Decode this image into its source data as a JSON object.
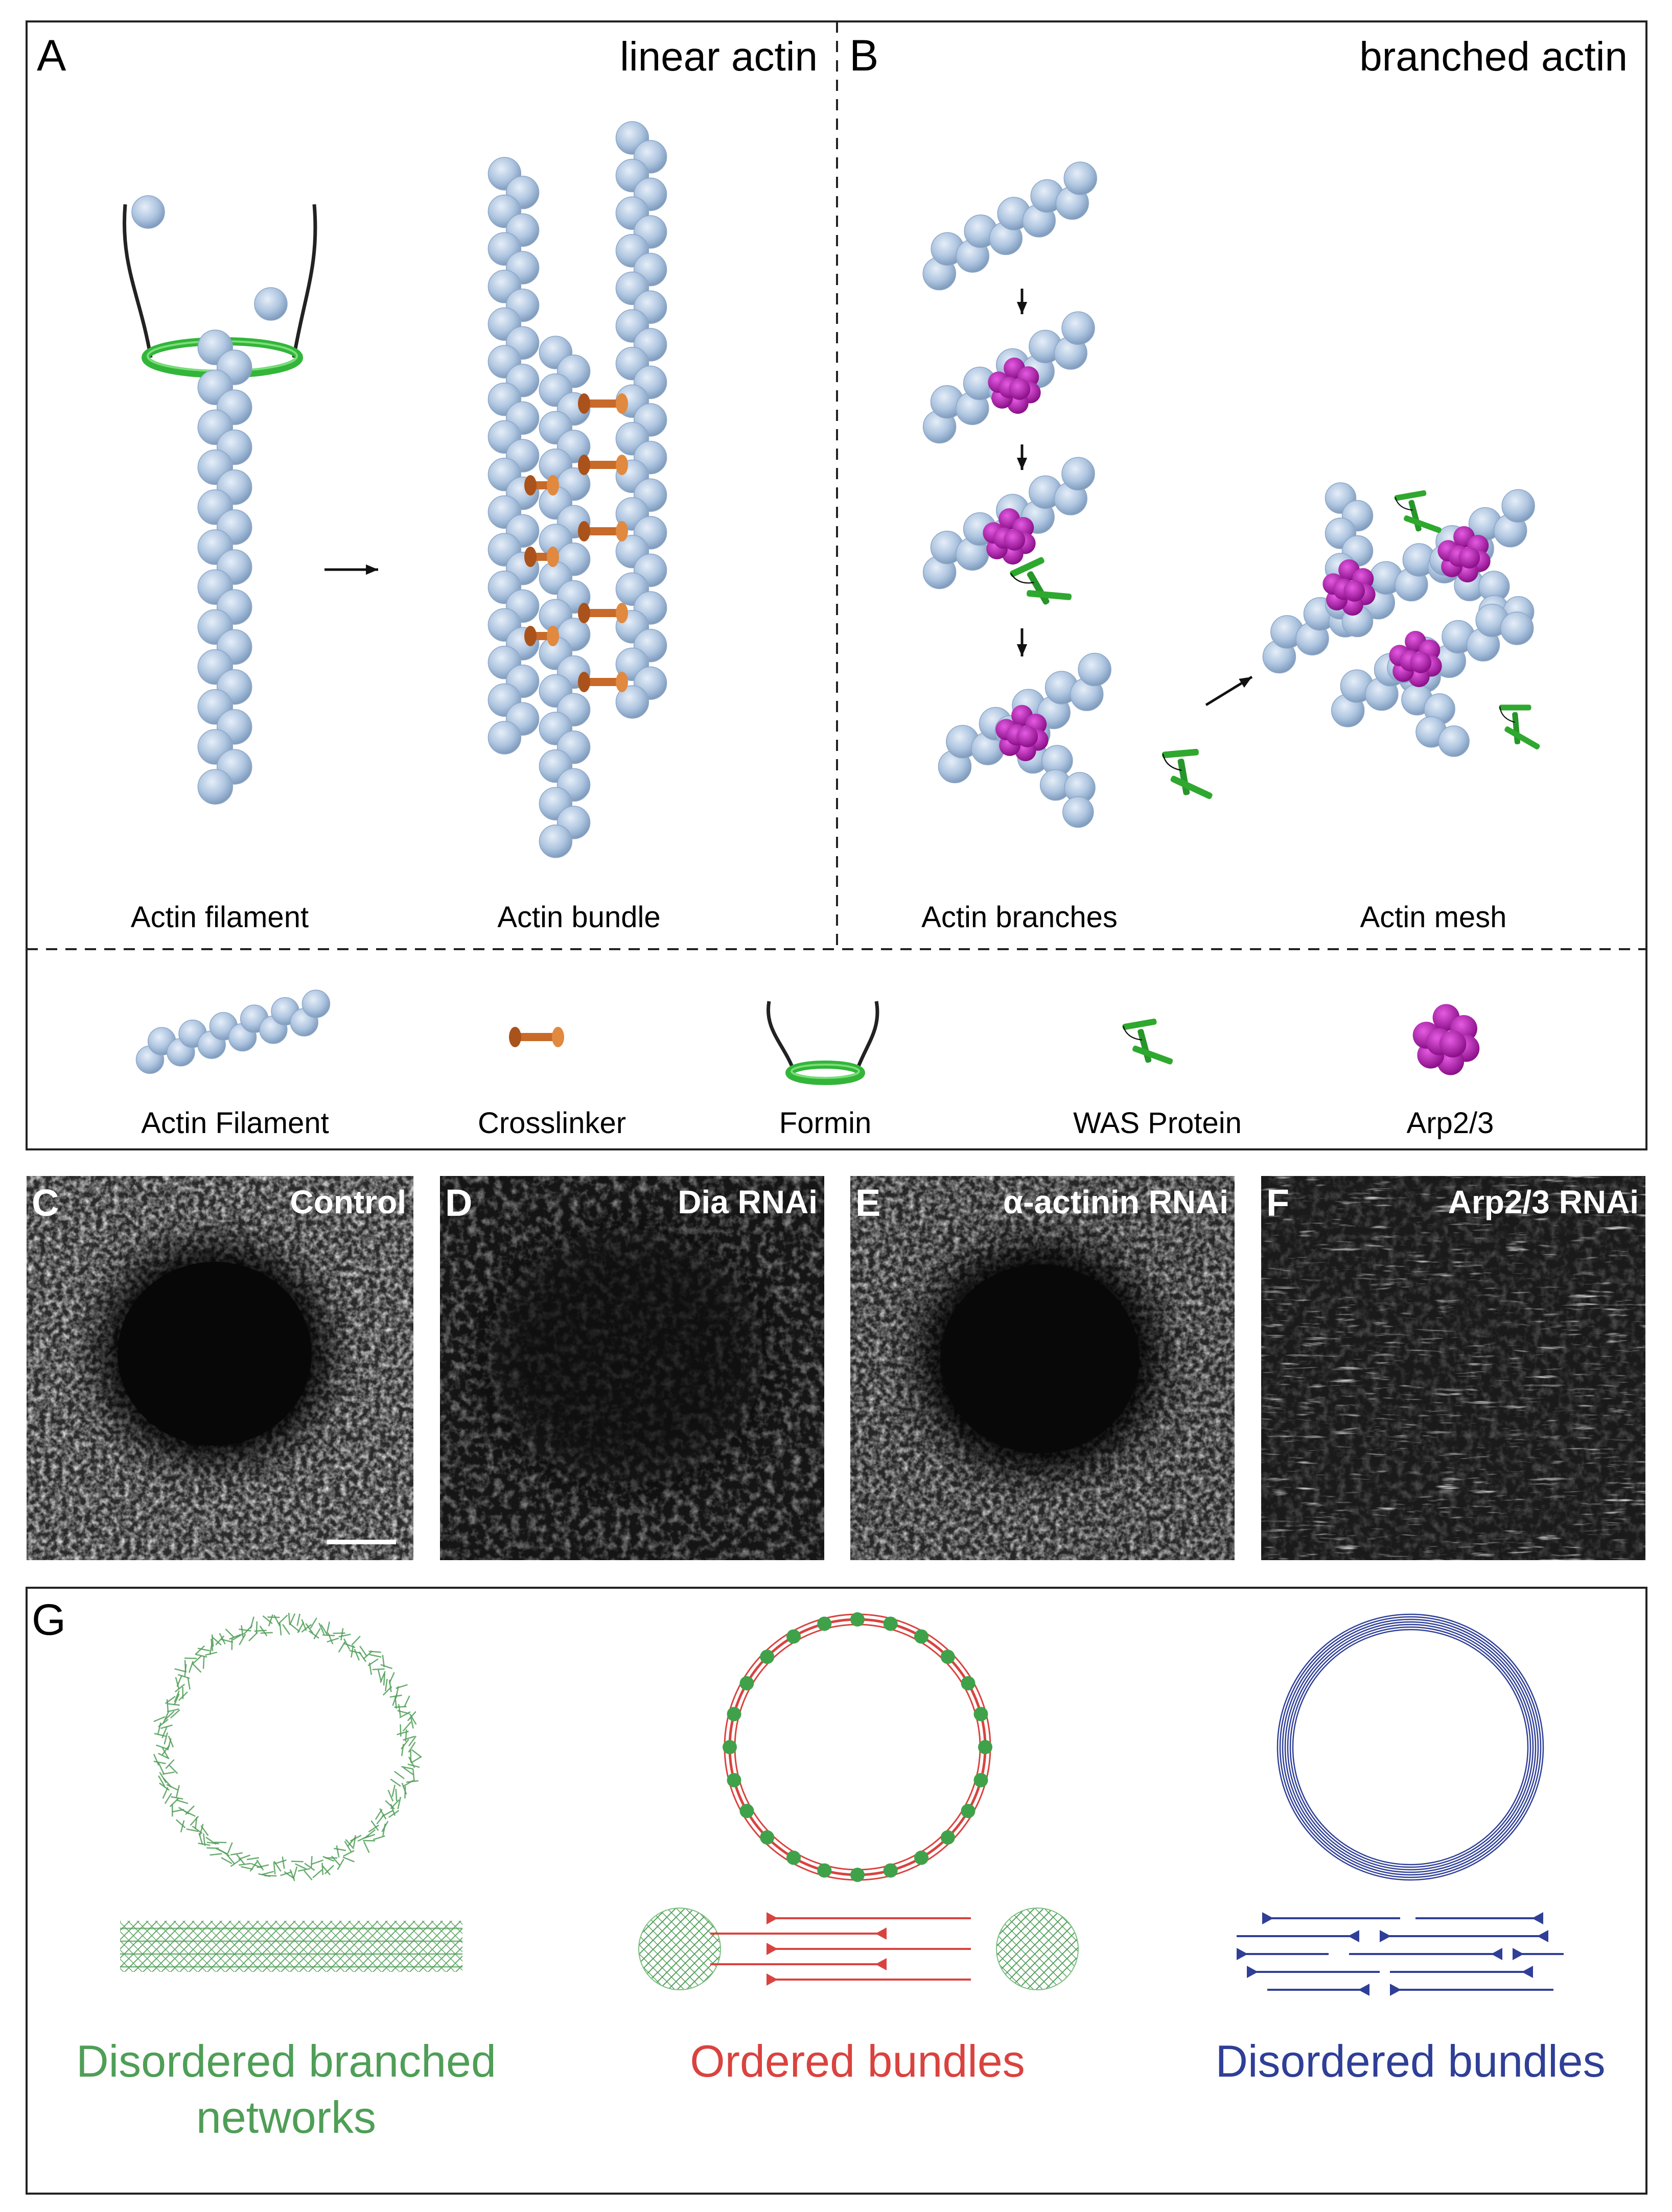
{
  "panels": {
    "A": {
      "letter": "A",
      "title": "linear actin",
      "caption_left": "Actin filament",
      "caption_right": "Actin bundle"
    },
    "B": {
      "letter": "B",
      "title": "branched actin",
      "caption_left": "Actin branches",
      "caption_right": "Actin mesh"
    },
    "legend": {
      "items": [
        "Actin Filament",
        "Crosslinker",
        "Formin",
        "WAS Protein",
        "Arp2/3"
      ]
    },
    "micro": [
      {
        "letter": "C",
        "label": "Control"
      },
      {
        "letter": "D",
        "label": "Dia RNAi"
      },
      {
        "letter": "E",
        "label": "α-actinin RNAi"
      },
      {
        "letter": "F",
        "label": "Arp2/3 RNAi"
      }
    ],
    "G": {
      "letter": "G",
      "labels": [
        {
          "line1": "Disordered branched",
          "line2": "networks",
          "color": "#4f9e57"
        },
        {
          "line1": "Ordered bundles",
          "line2": "",
          "color": "#d9433f"
        },
        {
          "line1": "Disordered bundles",
          "line2": "",
          "color": "#2f3f97"
        }
      ]
    }
  },
  "colors": {
    "actin": "#aec5e0",
    "actin_dark": "#7f9bbd",
    "crosslinker": "#c86a2a",
    "formin_ring": "#33b53a",
    "was": "#2fa82f",
    "arp": "#b01cae",
    "green": "#4f9e57",
    "red": "#d9433f",
    "blue": "#2f3f97"
  }
}
